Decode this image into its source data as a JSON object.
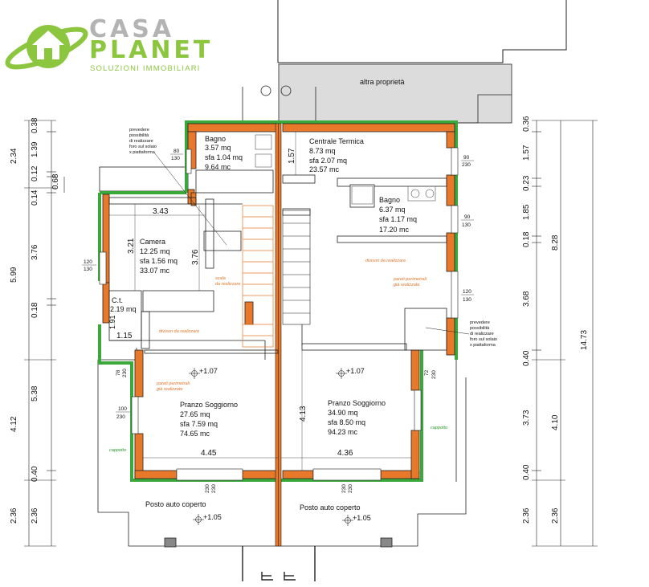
{
  "brand": {
    "line1": "CASA",
    "line2": "PLANET",
    "tagline": "SOLUZIONI IMMOBILIARI",
    "colors": {
      "grey": "#b3b3b3",
      "green": "#8cc63f"
    }
  },
  "neighbor_label": "altra proprietà",
  "rooms": {
    "bagno1": {
      "name": "Bagno",
      "area": "3.57 mq",
      "sfa": "sfa 1.04 mq",
      "vol": "9.64 mc"
    },
    "centrale": {
      "name": "Centrale Termica",
      "area": "8.73 mq",
      "sfa": "sfa 2.07 mq",
      "vol": "23.57 mc"
    },
    "bagno2": {
      "name": "Bagno",
      "area": "6.37 mq",
      "sfa": "sfa 1.17 mq",
      "vol": "17.20 mc"
    },
    "camera": {
      "name": "Camera",
      "area": "12.25 mq",
      "sfa": "sfa 1.56 mq",
      "vol": "33.07 mc"
    },
    "ct": {
      "name": "C.t.",
      "area": "2.19 mq"
    },
    "pranzo1": {
      "name": "Pranzo Soggiorno",
      "area": "27.65 mq",
      "sfa": "sfa 7.59 mq",
      "vol": "74.65 mc"
    },
    "pranzo2": {
      "name": "Pranzo Soggiorno",
      "area": "34.90 mq",
      "sfa": "sfa 8.50 mq",
      "vol": "94.23 mc"
    },
    "posto1": {
      "name": "Posto auto coperto"
    },
    "posto2": {
      "name": "Posto auto coperto"
    }
  },
  "notes": {
    "prevedere_left": [
      "prevedere",
      "possibilità",
      "di realizzare",
      "foro sul solaio",
      "x piattaforma"
    ],
    "prevedere_right": [
      "prevedere",
      "possibilità",
      "di realizzare",
      "foro sul solaio",
      "x piattaforma"
    ],
    "scala": [
      "scala",
      "da realizzare"
    ],
    "divisori_left": "divisori da realizzare",
    "divisori_right": "divisori da realizzare",
    "pareti_left": [
      "pareti perimetrali",
      "già realizzate"
    ],
    "pareti_right": [
      "pareti perimetrali",
      "già realizzate"
    ],
    "cappotto_left": "cappotto",
    "cappotto_right": "cappotto"
  },
  "levels": {
    "l1": "+1.07",
    "l2": "+1.07",
    "l3": "+1.05",
    "l4": "+1.05"
  },
  "windows": {
    "w80": [
      "80",
      "130"
    ],
    "w90a": [
      "90",
      "230"
    ],
    "w90b": [
      "90",
      "130"
    ],
    "w120a": [
      "120",
      "130"
    ],
    "w120b": [
      "120",
      "130"
    ],
    "w78": [
      "78",
      "230"
    ],
    "w72": [
      "72",
      "230"
    ],
    "w100": [
      "100",
      "230"
    ],
    "w230a": [
      "230",
      "230"
    ],
    "w230b": [
      "230",
      "230"
    ]
  },
  "inner_dims": {
    "d343": "3.43",
    "d321": "3.21",
    "d376": "3.76",
    "d157": "1.57",
    "d191": "1.91",
    "d115": "1.15",
    "d445": "4.45",
    "d436": "4.36",
    "d413": "4.13"
  },
  "left_dims_outer": [
    "2.34",
    "5.99",
    "4.12",
    "2.36"
  ],
  "left_dims_inner": [
    "0.38",
    "1.39",
    "0.12",
    "0.14",
    "0.68",
    "3.76",
    "0.18",
    "5.38",
    "0.40",
    "2.36"
  ],
  "right_dims_inner": [
    "0.36",
    "1.57",
    "0.23",
    "1.85",
    "0.18",
    "3.68",
    "0.40",
    "3.73",
    "0.40",
    "2.36"
  ],
  "right_dims_mid": [
    "8.28",
    "4.10",
    "2.36"
  ],
  "right_dims_outer": "14.73"
}
